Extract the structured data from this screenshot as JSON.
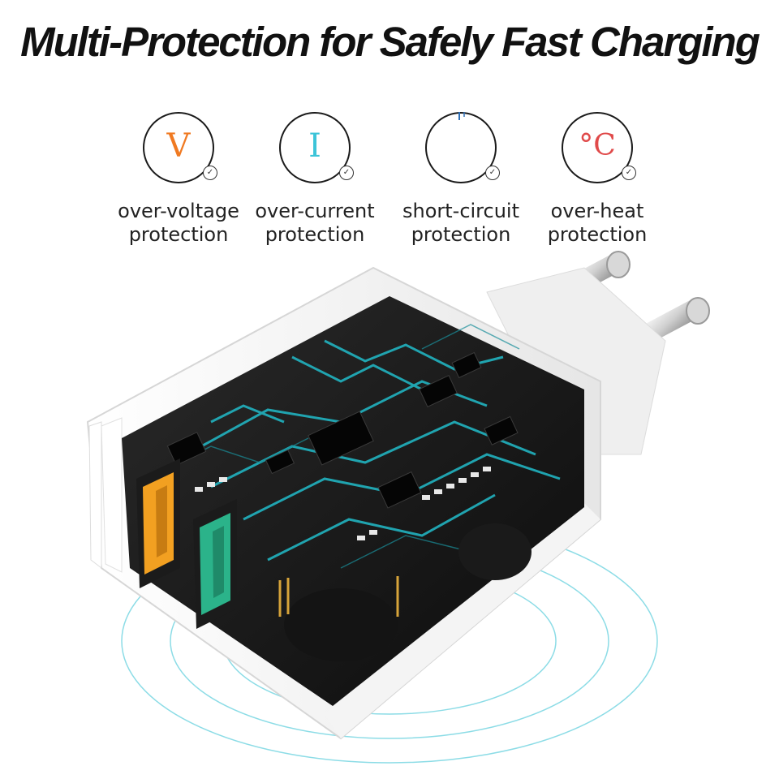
{
  "headline": "Multi-Protection for Safely Fast Charging",
  "features": [
    {
      "icon": "voltage-icon",
      "glyph": "V",
      "glyph_color": "#f07a22",
      "line1": "over-voltage",
      "line2": "protection"
    },
    {
      "icon": "current-icon",
      "glyph": "I",
      "glyph_color": "#3cc4d8",
      "line1": "over-current",
      "line2": "protection"
    },
    {
      "icon": "power-icon",
      "glyph": "",
      "glyph_color": "#2d6fb7",
      "line1": "short-circuit",
      "line2": "protection"
    },
    {
      "icon": "temperature-icon",
      "glyph": "°C",
      "glyph_color": "#e04a4a",
      "line1": "over-heat",
      "line2": "protection"
    }
  ],
  "check_mark": "✓",
  "colors": {
    "accent": "#21b3c0",
    "usb_orange": "#f2a021",
    "usb_green": "#2bb38a"
  }
}
